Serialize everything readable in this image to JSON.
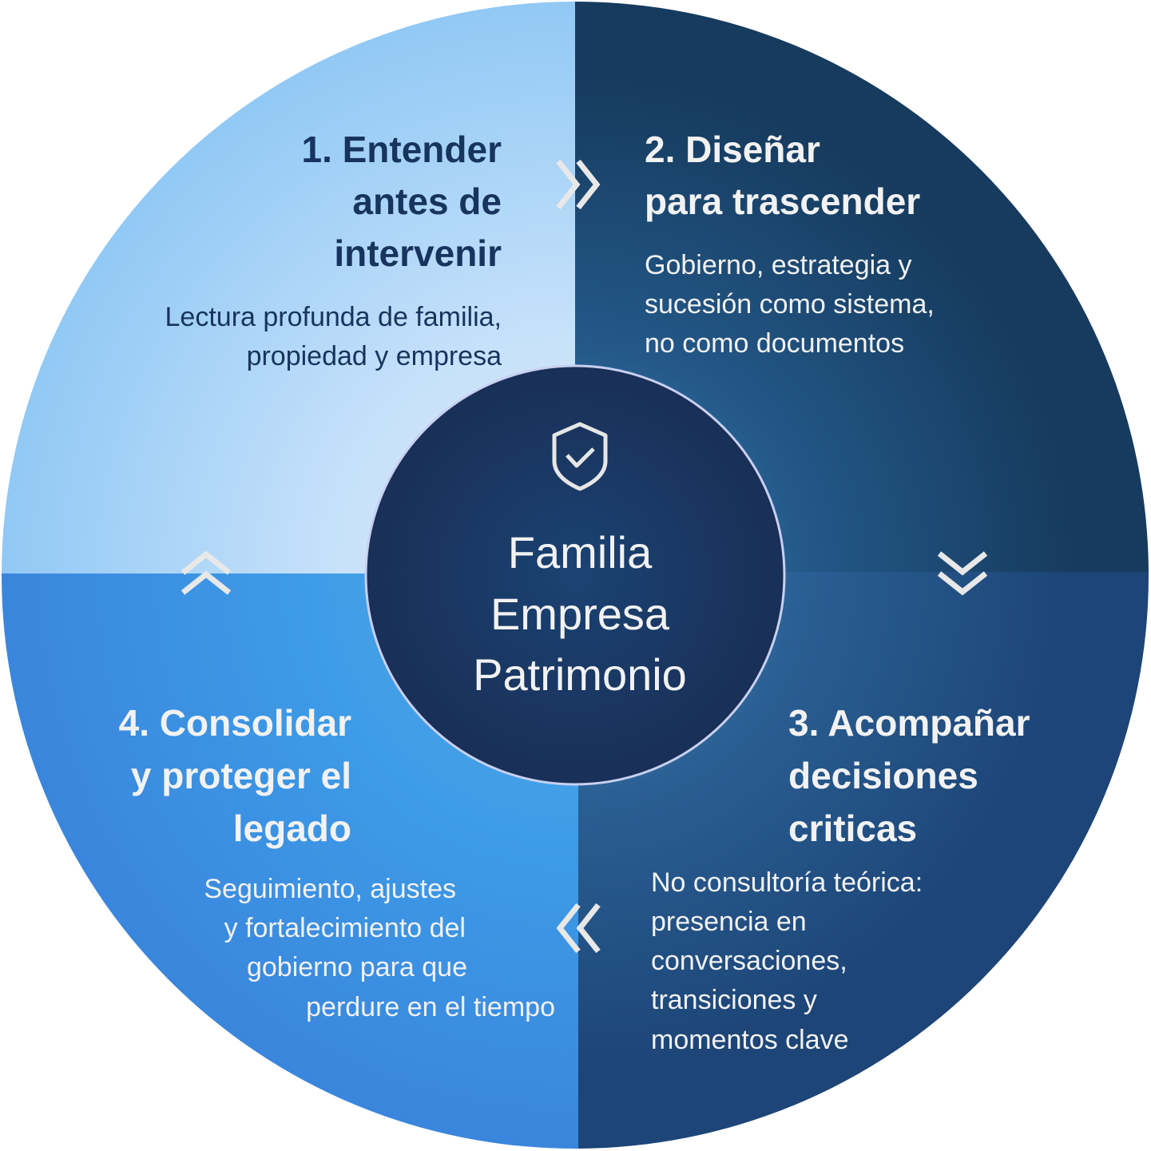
{
  "center": {
    "icon": "shield-check-icon",
    "lines": [
      "Familia",
      "Empresa",
      "Patrimonio"
    ]
  },
  "quadrants": [
    {
      "title_lines": [
        "1. Entender",
        "antes de",
        "intervenir"
      ],
      "body_lines": [
        "Lectura profunda de familia,",
        "propiedad y empresa"
      ]
    },
    {
      "title_lines": [
        "2. Diseñar",
        "para trascender"
      ],
      "body_lines": [
        "Gobierno, estrategia y",
        "sucesión como sistema,",
        "no como documentos"
      ]
    },
    {
      "title_lines": [
        "3. Acompañar",
        "decisiones",
        "criticas"
      ],
      "body_lines": [
        "No consultoría teórica:",
        "presencia en",
        "conversaciones,",
        "transiciones y",
        "momentos clave"
      ]
    },
    {
      "title_lines": [
        "4. Consolidar",
        "y proteger el",
        "legado"
      ],
      "body_lines": [
        "Seguimiento, ajustes",
        "y fortalecimiento del",
        "gobierno para que",
        "perdure en el tiempo"
      ]
    }
  ],
  "arrows": [
    "chevron-double-right-icon",
    "chevron-double-down-icon",
    "chevron-double-left-icon",
    "chevron-double-up-icon"
  ],
  "colors": {
    "q1": "#a9d5f8",
    "q2": "#163b5e",
    "q3": "#1e4878",
    "q4": "#3a8ee0",
    "center": "#1a3562",
    "dark_text": "#17345e",
    "light_text": "#f2f2f2"
  }
}
